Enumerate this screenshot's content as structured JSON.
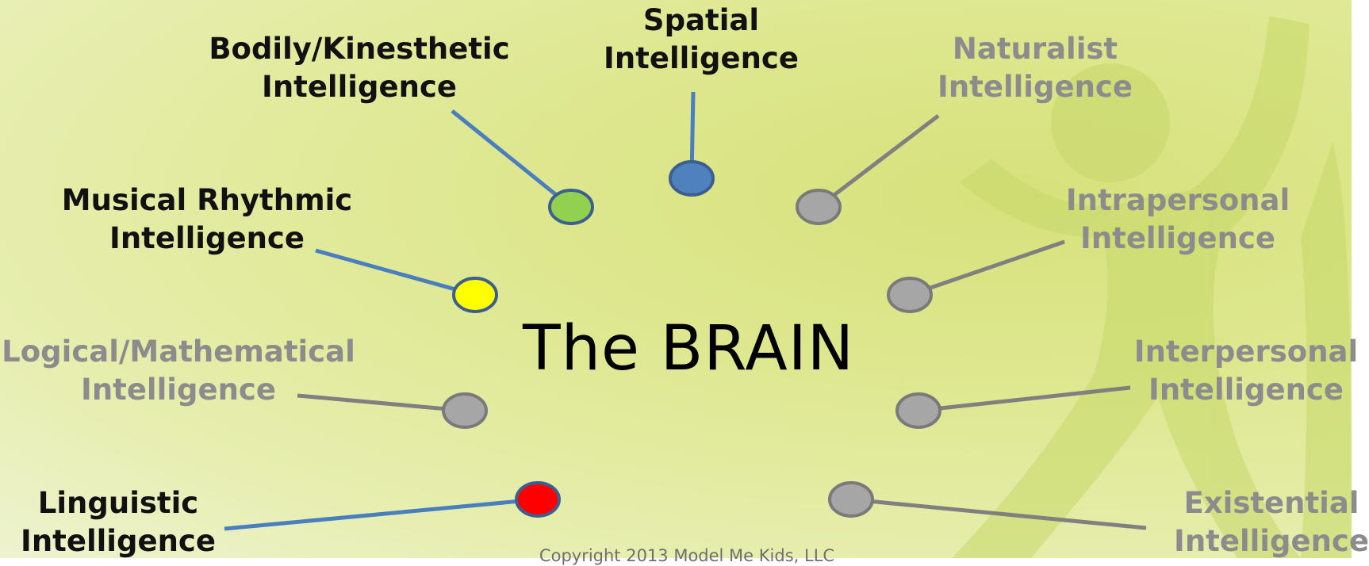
{
  "title": "The BRAIN",
  "copyright": "Copyright 2013 Model Me Kids, LLC",
  "colors": {
    "active_line": "#4a7fbf",
    "inactive_line": "#808080",
    "inactive_node": "#a6a6a6",
    "node_outline": "#3d5f8f",
    "inactive_outline": "#7a7a7a"
  },
  "intelligences": [
    {
      "key": "spatial",
      "line1": "Spatial",
      "line2": "Intelligence",
      "active": true,
      "node_color": "#4f81bd"
    },
    {
      "key": "bodily",
      "line1": "Bodily/Kinesthetic",
      "line2": "Intelligence",
      "active": true,
      "node_color": "#92d050"
    },
    {
      "key": "naturalist",
      "line1": "Naturalist",
      "line2": "Intelligence",
      "active": false,
      "node_color": "#a6a6a6"
    },
    {
      "key": "musical",
      "line1": "Musical Rhythmic",
      "line2": "Intelligence",
      "active": true,
      "node_color": "#ffff00"
    },
    {
      "key": "intrapersonal",
      "line1": "Intrapersonal",
      "line2": "Intelligence",
      "active": false,
      "node_color": "#a6a6a6"
    },
    {
      "key": "logical",
      "line1": "Logical/Mathematical",
      "line2": "Intelligence",
      "active": false,
      "node_color": "#a6a6a6"
    },
    {
      "key": "interpersonal",
      "line1": "Interpersonal",
      "line2": "Intelligence",
      "active": false,
      "node_color": "#a6a6a6"
    },
    {
      "key": "linguistic",
      "line1": "Linguistic",
      "line2": "Intelligence",
      "active": true,
      "node_color": "#ff0000"
    },
    {
      "key": "existential",
      "line1": "Existential",
      "line2": "Intelligence",
      "active": false,
      "node_color": "#a6a6a6"
    }
  ]
}
